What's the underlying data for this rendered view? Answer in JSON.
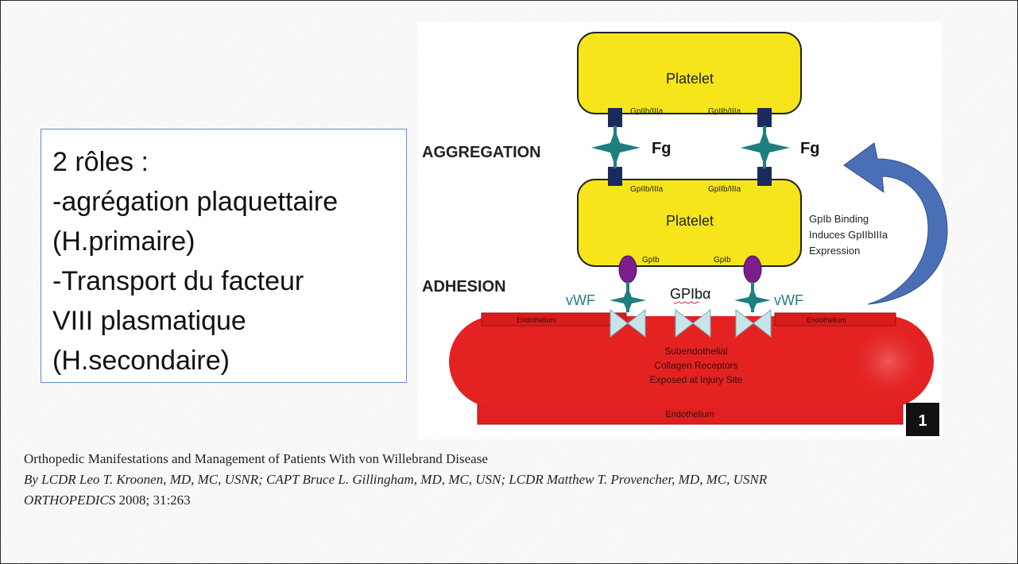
{
  "roles_box": {
    "lines": [
      "2 rôles :",
      "-agrégation plaquettaire",
      "(H.primaire)",
      "-Transport du facteur",
      "VIII plasmatique",
      "(H.secondaire)"
    ]
  },
  "diagram": {
    "platelet_top_label": "Platelet",
    "platelet_bottom_label": "Platelet",
    "gp_left_top": "GpIIb/IIIa",
    "gp_right_top": "GpIIb/IIIa",
    "gp_left_bottom": "GpIIb/IIIa",
    "gp_right_bottom": "GpIIb/IIIa",
    "gpib_left": "GpIb",
    "gpib_right": "GpIb",
    "aggregation_label": "AGGREGATION",
    "adhesion_label": "ADHESION",
    "fg_left": "Fg",
    "fg_right": "Fg",
    "vwf_left": "vWF",
    "vwf_right": "vWF",
    "gpiba_label": "GPIbα",
    "binding_note": [
      "GpIb Binding",
      "Induces GpIIbIIIa",
      "Expression"
    ],
    "endothelium_left": "Endothelium",
    "endothelium_right": "Endothelium",
    "endothelium_bottom": "Endothelium",
    "vessel_text": [
      "Subendothelial",
      "Collagen Receptors",
      "Exposed at Injury Site"
    ],
    "figure_number": "1",
    "colors": {
      "platelet_yellow": "#f5e51a",
      "vessel_red": "#e02020",
      "receptor_navy": "#1a2a5c",
      "vwf_teal": "#1f7f80",
      "gpib_purple": "#7a1f8c",
      "arrow_blue": "#4b6fb7"
    }
  },
  "citation": {
    "title": "Orthopedic Manifestations and Management of Patients With von Willebrand Disease",
    "authors": "By LCDR Leo T. Kroonen, MD, MC, USNR; CAPT Bruce L. Gillingham, MD, MC, USN; LCDR Matthew T. Provencher, MD, MC, USNR",
    "journal": "ORTHOPEDICS",
    "ref": " 2008; 31:263"
  }
}
